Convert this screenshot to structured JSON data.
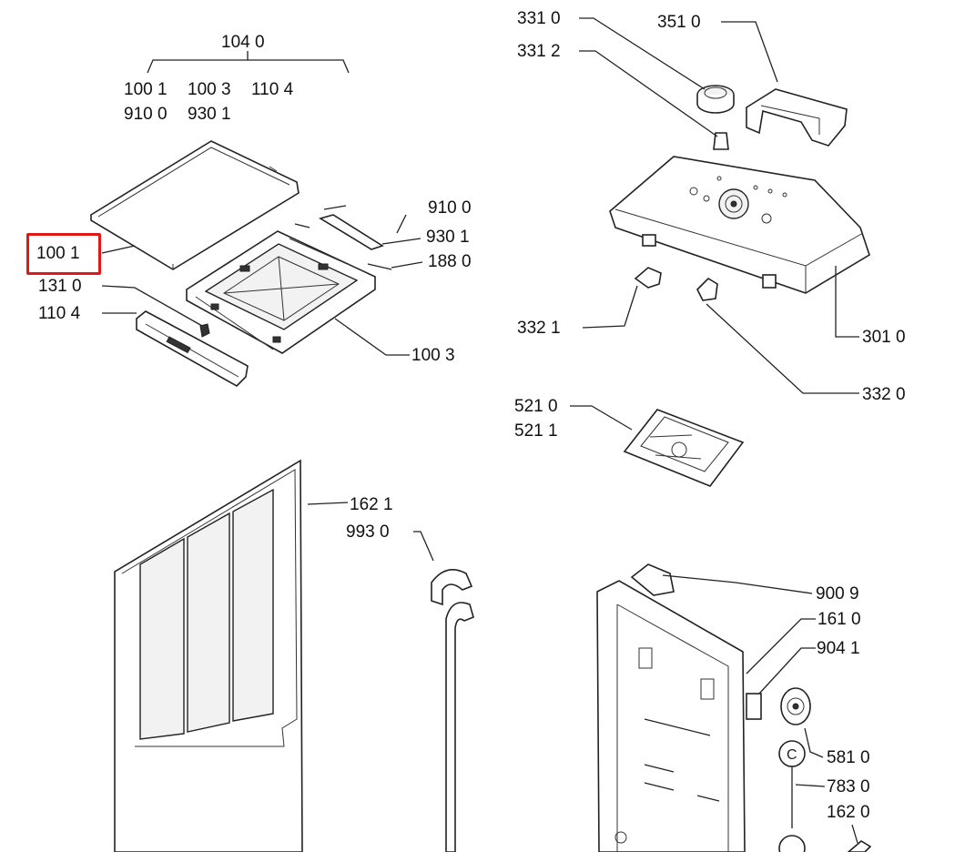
{
  "highlight_color": "#e01818",
  "labels": {
    "l1040": "104 0",
    "l1001a": "100 1",
    "l1003a": "100 3",
    "l1104a": "110 4",
    "l9100a": "910 0",
    "l9301a": "930 1",
    "l9100b": "910 0",
    "l9301b": "930 1",
    "l1880": "188 0",
    "l1001b": "100 1",
    "l1310": "131 0",
    "l1104b": "110 4",
    "l1003b": "100 3",
    "l3310": "331 0",
    "l3312": "331 2",
    "l3510": "351 0",
    "l3321": "332 1",
    "l3010": "301 0",
    "l3320": "332 0",
    "l5210": "521 0",
    "l5211": "521 1",
    "l1621": "162 1",
    "l9930": "993 0",
    "l9009": "900 9",
    "l1610": "161 0",
    "l9041": "904 1",
    "l5810": "581 0",
    "l7830": "783 0",
    "l1620": "162 0"
  }
}
